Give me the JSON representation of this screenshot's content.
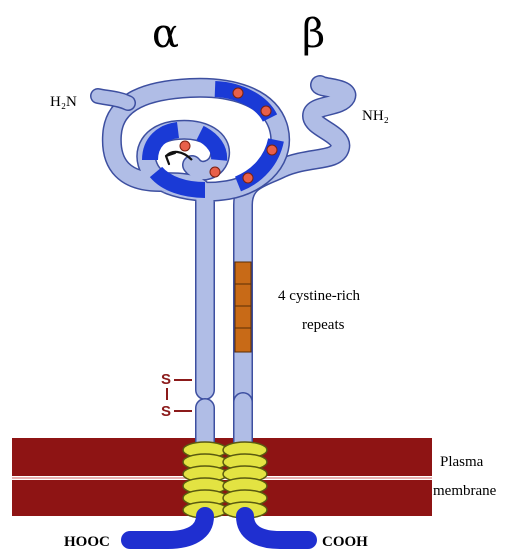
{
  "labels": {
    "alpha": "α",
    "beta": "β",
    "alpha_n_terminus": "H₂N",
    "beta_n_terminus": "NH₂",
    "cystine_label_line1": "4 cystine-rich",
    "cystine_label_line2": "repeats",
    "disulfide_s_top": "S",
    "disulfide_s_bottom": "S",
    "membrane_label_line1": "Plasma",
    "membrane_label_line2": "membrane",
    "alpha_c_terminus": "HOOC",
    "beta_c_terminus": "COOH"
  },
  "colors": {
    "chain_fill": "#b0bde6",
    "chain_outline": "#3d4fa0",
    "highlight_band": "#1a3ad6",
    "dot": "#e8604a",
    "cystine_repeat": "#c86a17",
    "membrane": "#8e1414",
    "helix": "#e3e342",
    "tail": "#1f2fd0",
    "disulfide": "#8b1a1a"
  },
  "cystine_repeat_count": 4,
  "icons": {
    "arrow": "curved-arrow-icon"
  }
}
